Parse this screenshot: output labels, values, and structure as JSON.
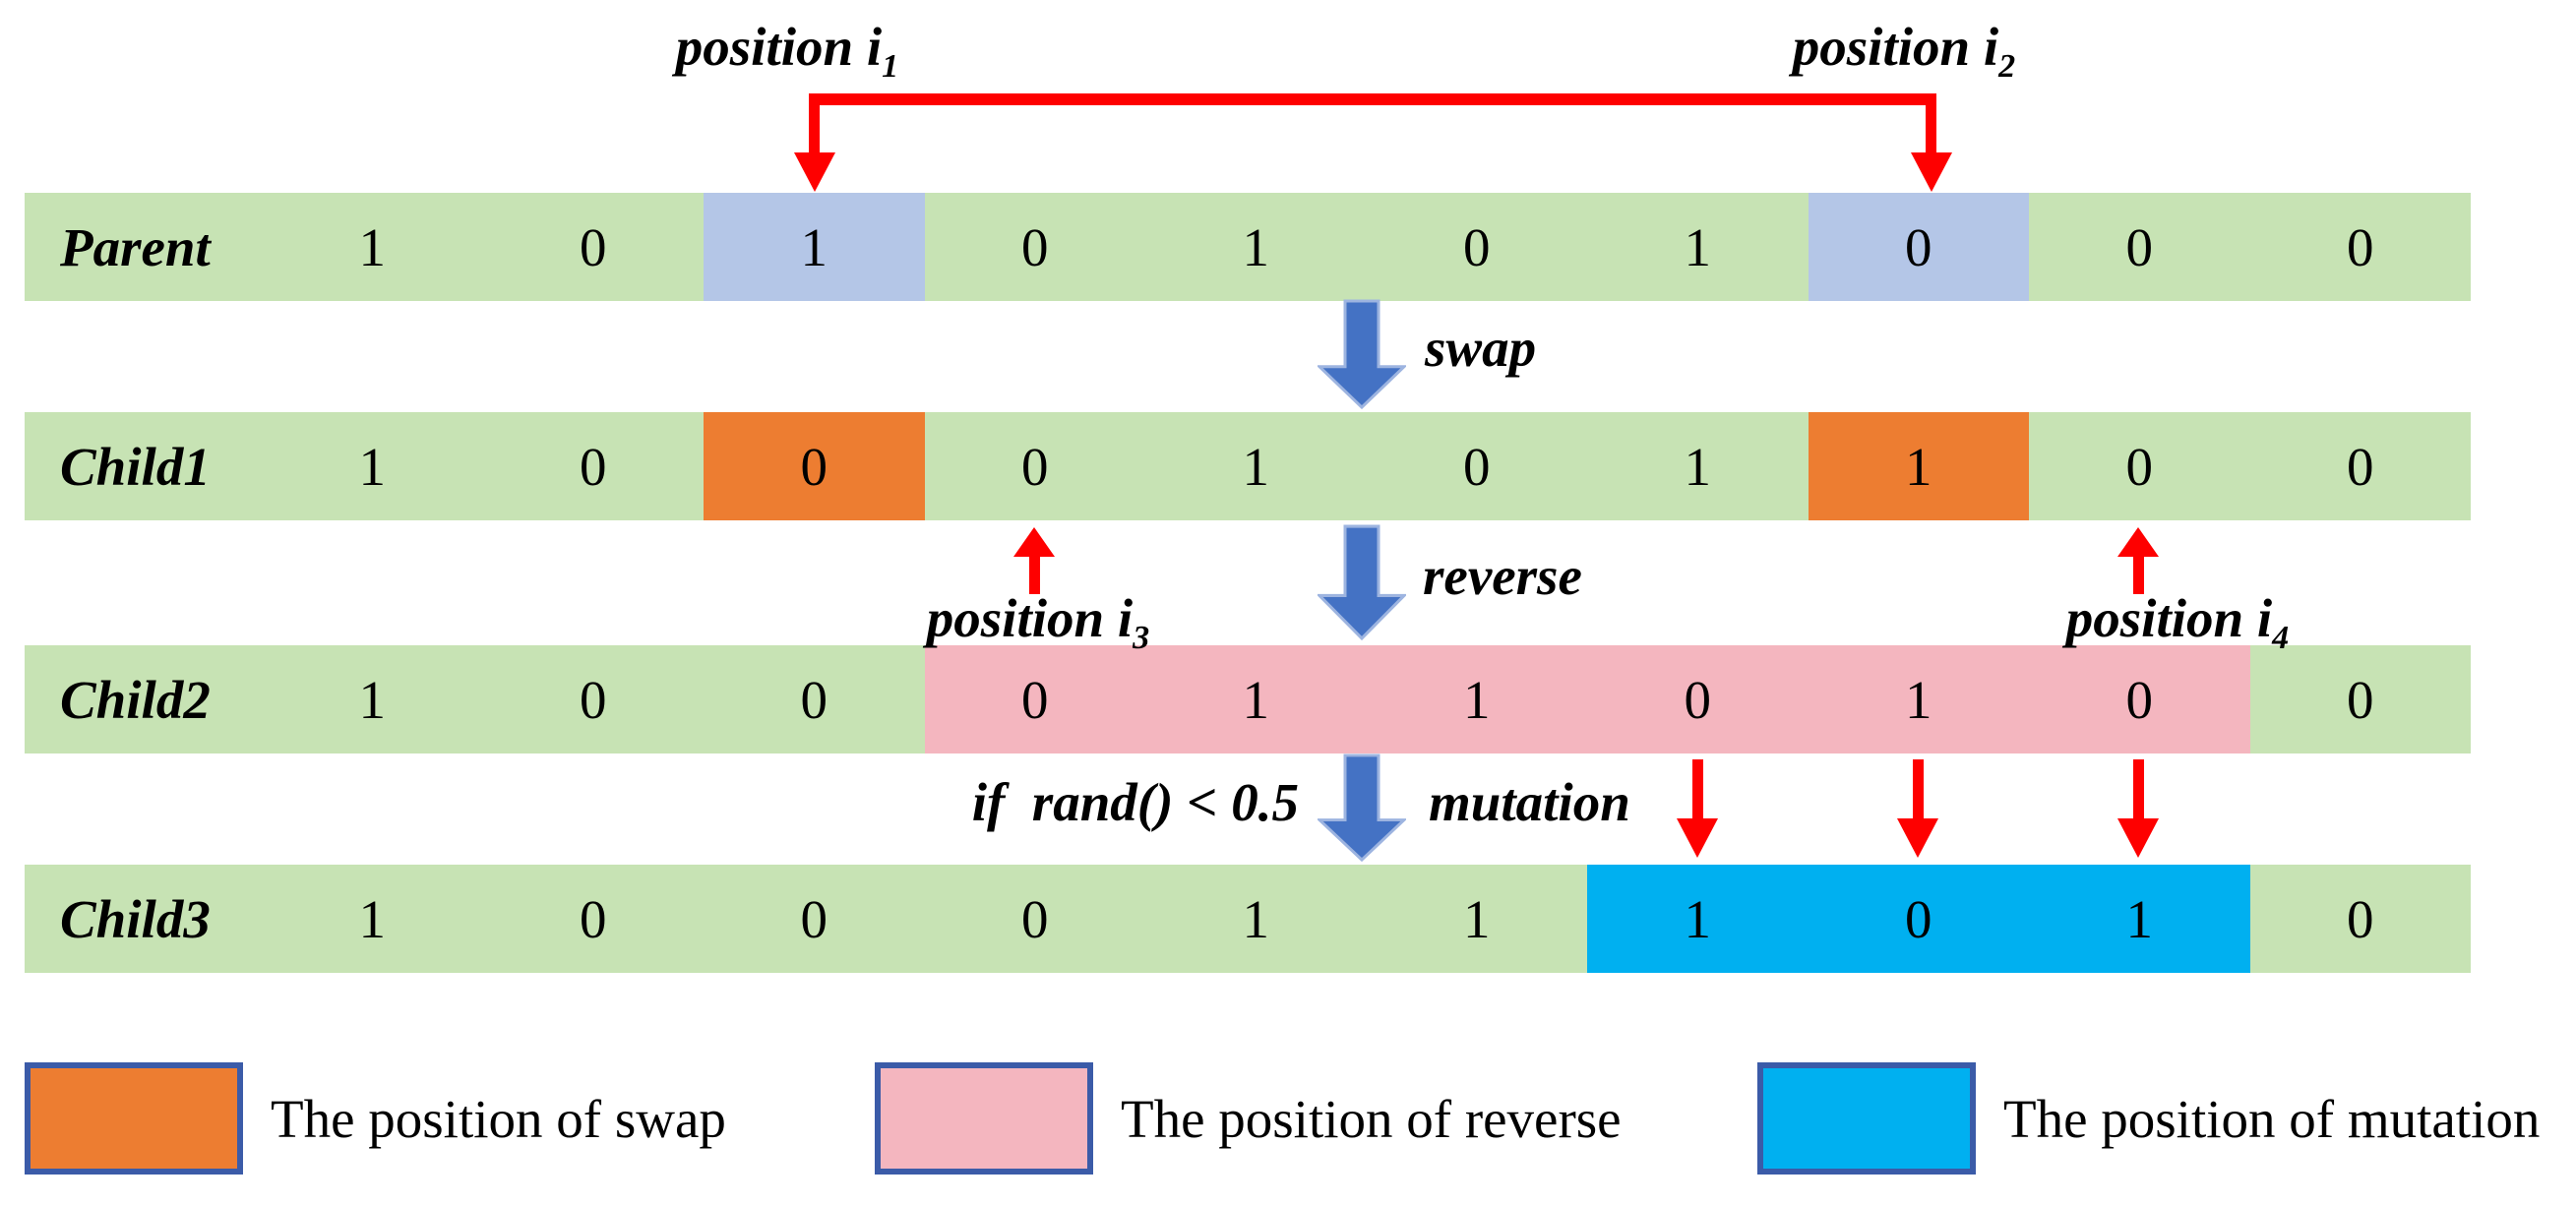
{
  "colors": {
    "row_green": "#c7e3b4",
    "highlight_lavender": "#b4c6e7",
    "swap_orange": "#ed7d31",
    "reverse_pink": "#f4b6bf",
    "mutation_cyan": "#00b0f0",
    "arrow_red": "#fe0000",
    "arrow_blue": "#4472c4",
    "arrow_blue_outline": "#9db4e0",
    "legend_border": "#3b5ba8",
    "text": "#000000"
  },
  "annotations": {
    "pos_i1": {
      "text": "position i",
      "sub": "1"
    },
    "pos_i2": {
      "text": "position i",
      "sub": "2"
    },
    "pos_i3": {
      "text": "position i",
      "sub": "3"
    },
    "pos_i4": {
      "text": "position i",
      "sub": "4"
    },
    "swap": "swap",
    "reverse": "reverse",
    "mutation": "mutation",
    "condition": "if  rand() < 0.5"
  },
  "rows": [
    {
      "label": "Parent",
      "values": [
        "1",
        "0",
        "1",
        "0",
        "1",
        "0",
        "1",
        "0",
        "0",
        "0"
      ],
      "highlights": {
        "2": "selected",
        "7": "selected"
      }
    },
    {
      "label": "Child1",
      "values": [
        "1",
        "0",
        "0",
        "0",
        "1",
        "0",
        "1",
        "1",
        "0",
        "0"
      ],
      "highlights": {
        "2": "swap",
        "7": "swap"
      }
    },
    {
      "label": "Child2",
      "values": [
        "1",
        "0",
        "0",
        "0",
        "1",
        "1",
        "0",
        "1",
        "0",
        "0"
      ],
      "highlights": {
        "3": "reverse",
        "4": "reverse",
        "5": "reverse",
        "6": "reverse",
        "7": "reverse",
        "8": "reverse"
      }
    },
    {
      "label": "Child3",
      "values": [
        "1",
        "0",
        "0",
        "0",
        "1",
        "1",
        "1",
        "0",
        "1",
        "0"
      ],
      "highlights": {
        "6": "mutation",
        "7": "mutation",
        "8": "mutation"
      }
    }
  ],
  "legend": [
    {
      "type": "swap",
      "label": "The position of swap"
    },
    {
      "type": "reverse",
      "label": "The position of reverse"
    },
    {
      "type": "mutation",
      "label": "The position of mutation"
    }
  ]
}
